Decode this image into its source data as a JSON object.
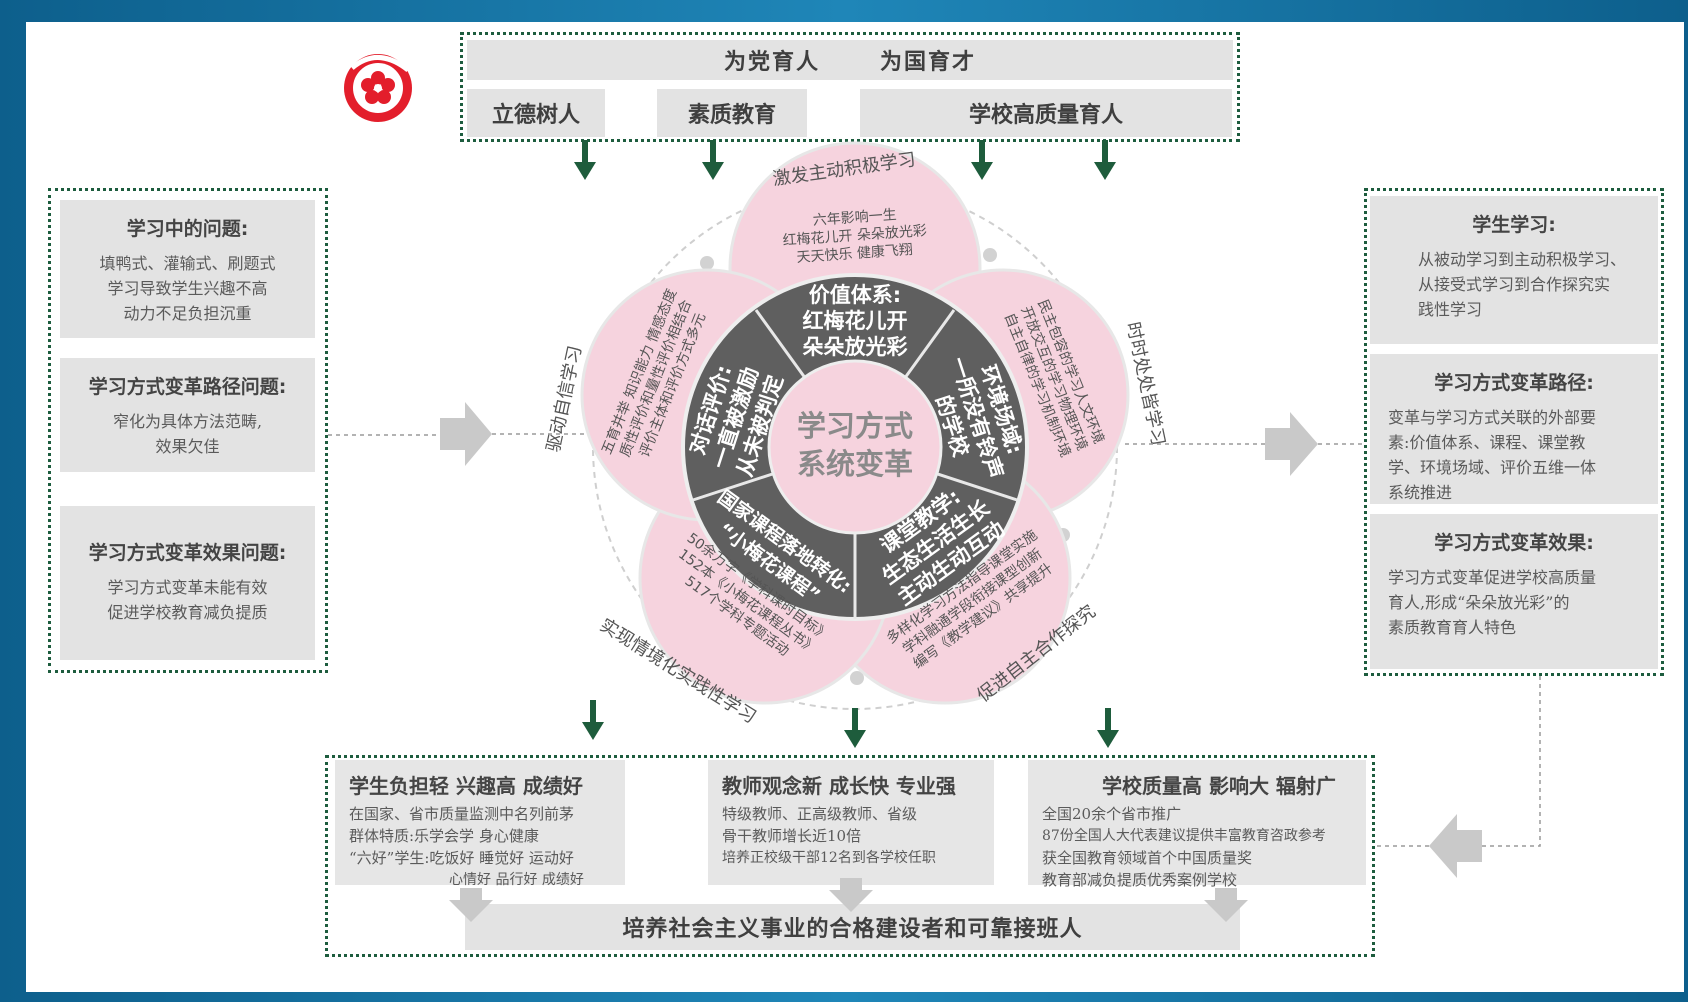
{
  "top": {
    "row1": [
      "为党育人",
      "为国育才"
    ],
    "row2": [
      "立德树人",
      "素质教育",
      "学校高质量育人"
    ]
  },
  "left_panels": [
    {
      "title": "学习中的问题:",
      "lines": [
        "填鸭式、灌输式、刷题式",
        "学习导致学生兴趣不高",
        "动力不足负担沉重"
      ]
    },
    {
      "title": "学习方式变革路径问题:",
      "lines": [
        "窄化为具体方法范畴,",
        "效果欠佳"
      ]
    },
    {
      "title": "学习方式变革效果问题:",
      "lines": [
        "学习方式变革未能有效",
        "促进学校教育减负提质"
      ]
    }
  ],
  "right_panels": [
    {
      "title": "学生学习:",
      "lines": [
        "从被动学习到主动积极学习、",
        "从接受式学习到合作探究实",
        "践性学习"
      ]
    },
    {
      "title": "学习方式变革路径:",
      "lines": [
        "变革与学习方式关联的外部要",
        "素:价值体系、课程、课堂教",
        "学、环境场域、评价五维一体",
        "系统推进"
      ]
    },
    {
      "title": "学习方式变革效果:",
      "lines": [
        "学习方式变革促进学校高质量",
        "育人,形成“朵朵放光彩”的",
        "素质教育育人特色"
      ]
    }
  ],
  "flower": {
    "center": [
      "学习方式",
      "系统变革"
    ],
    "sectors": {
      "top": [
        "价值体系:",
        "红梅花儿开",
        "朵朵放光彩"
      ],
      "right": [
        "环境场域:",
        "一所没有铃声",
        "的学校"
      ],
      "bottom_right": [
        "课堂教学:",
        "生态生活生长",
        "主动生动互动"
      ],
      "bottom_left": [
        "国家课程落地转化:",
        "“小梅花课程”"
      ],
      "left": [
        "对话评价:",
        "一直被激励",
        "从未被判定"
      ]
    },
    "petals": {
      "top": [
        "六年影响一生",
        "红梅花儿开 朵朵放光彩",
        "天天快乐 健康飞翔"
      ],
      "right": [
        "民主包容的学习人文环境",
        "开放交互的学习物理环境",
        "自主自律的学习机制环境"
      ],
      "bottom_right": [
        "多样化学习方法指导课堂实施",
        "学科融通学段衔接课型创新",
        "编写《教学建议》共享提升"
      ],
      "bottom_left": [
        "50余万字《学科课时目标》",
        "152本《小梅花课程丛书》",
        "517个学科专题活动"
      ],
      "left": [
        "五育并举 知识能力 情感态度",
        "质性评价和量性评价相结合",
        "评价主体和评价方式多元"
      ]
    },
    "outer": [
      "激发主动积极学习",
      "时时处处皆学习",
      "促进自主合作探究",
      "实现情境化实践性学习",
      "驱动自信学习"
    ]
  },
  "outcomes": [
    {
      "title": "学生负担轻 兴趣高 成绩好",
      "lines": [
        "在国家、省市质量监测中名列前茅",
        "群体特质:乐学会学 身心健康",
        "“六好”学生:吃饭好 睡觉好 运动好",
        "心情好 品行好 成绩好"
      ]
    },
    {
      "title": "教师观念新 成长快 专业强",
      "lines": [
        "特级教师、正高级教师、省级",
        "骨干教师增长近10倍",
        "培养正校级干部12名到各学校任职"
      ]
    },
    {
      "title": "学校质量高 影响大 辐射广",
      "lines": [
        "全国20余个省市推广",
        "87份全国人大代表建议提供丰富教育咨政参考",
        "获全国教育领域首个中国质量奖",
        "教育部减负提质优秀案例学校"
      ]
    }
  ],
  "bottom_banner": "培养社会主义事业的合格建设者和可靠接班人",
  "colors": {
    "pink": "#f6d3de",
    "dark_gray": "#5f5f5f",
    "green_arrow": "#1e5c3c",
    "logo_red": "#e31e2b"
  }
}
